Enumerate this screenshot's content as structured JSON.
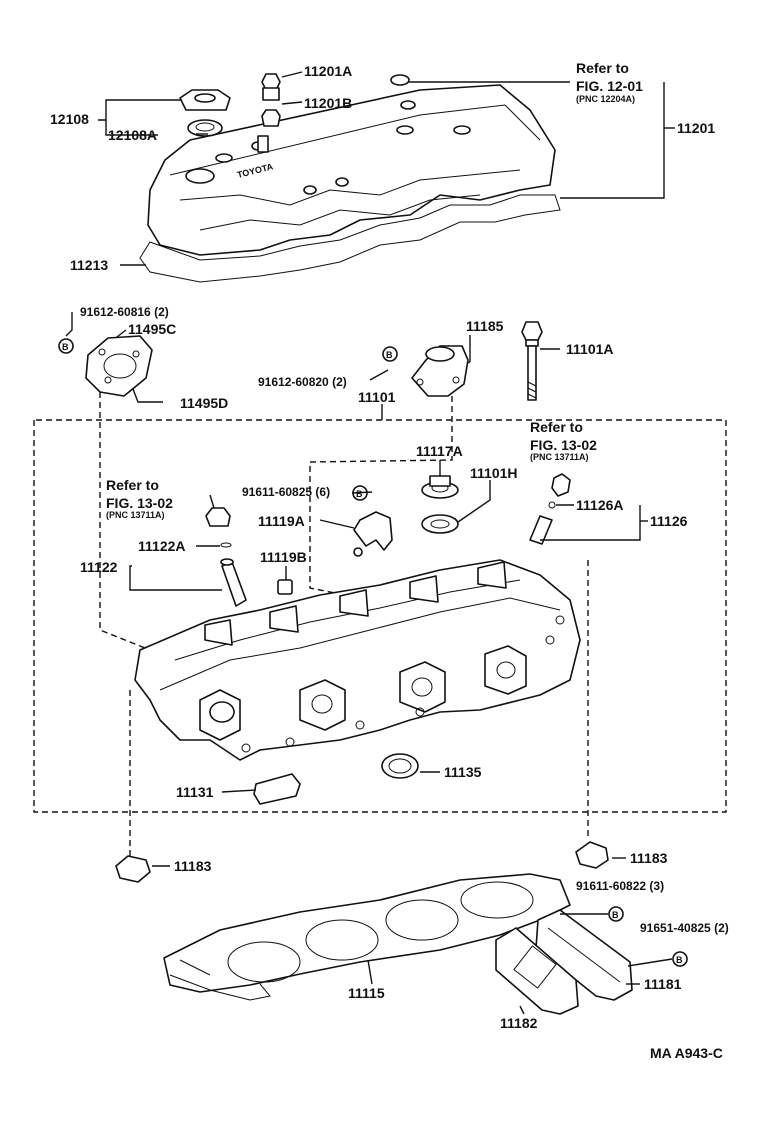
{
  "labels": {
    "l_11201A": "11201A",
    "l_11201B": "11201B",
    "l_12108": "12108",
    "l_12108A": "12108A",
    "l_refer1": "Refer to",
    "l_fig1": "FIG. 12-01",
    "l_pnc1": "(PNC 12204A)",
    "l_11201": "11201",
    "l_11213": "11213",
    "l_91612_60816": "91612-60816 (2)",
    "l_11495C": "11495C",
    "l_11495D": "11495D",
    "l_11185": "11185",
    "l_11101A": "11101A",
    "l_91612_60820": "91612-60820 (2)",
    "l_11101": "11101",
    "l_refer2": "Refer to",
    "l_fig2": "FIG. 13-02",
    "l_pnc2": "(PNC 13711A)",
    "l_11117A": "11117A",
    "l_91611_60825": "91611-60825 (6)",
    "l_11101H": "11101H",
    "l_refer3": "Refer to",
    "l_fig3": "FIG. 13-02",
    "l_pnc3": "(PNC 13711A)",
    "l_11126A": "11126A",
    "l_11126": "11126",
    "l_11119A": "11119A",
    "l_11122A": "11122A",
    "l_11122": "11122",
    "l_11119B": "11119B",
    "l_11135": "11135",
    "l_11131": "11131",
    "l_11183a": "11183",
    "l_11183b": "11183",
    "l_91611_60822": "91611-60822 (3)",
    "l_91651_40825": "91651-40825 (2)",
    "l_11181": "11181",
    "l_11115": "11115",
    "l_11182": "11182",
    "l_code": "MA  A943-C",
    "b1": "B",
    "b2": "B",
    "b3": "B",
    "b4": "B",
    "b5": "B",
    "cover_brand": "TOYOTA"
  }
}
